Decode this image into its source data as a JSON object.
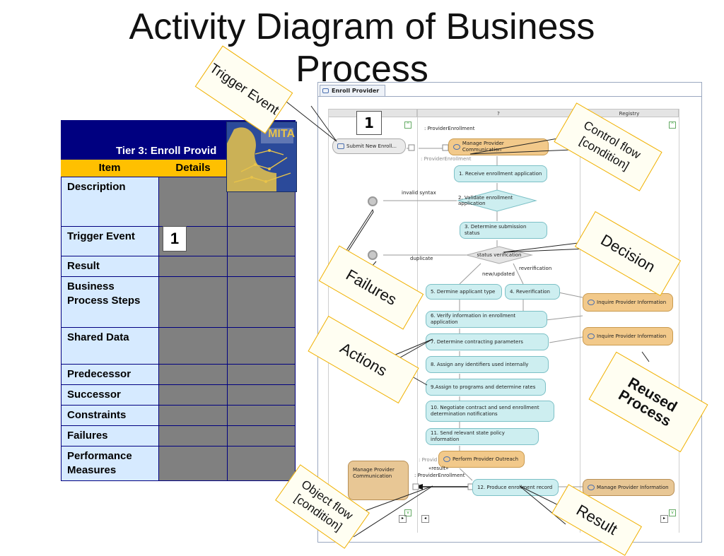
{
  "slide": {
    "title_line1": "Activity Diagram of Business",
    "title_line2": "Process"
  },
  "tier_table": {
    "header": "Tier 3: Enroll Provid",
    "columns": [
      "Item",
      "Details"
    ],
    "rows": [
      {
        "item": "Description"
      },
      {
        "item": "Trigger Event",
        "marker": "1"
      },
      {
        "item": "Result"
      },
      {
        "item": "Business Process Steps"
      },
      {
        "item": "Shared Data"
      },
      {
        "item": "Predecessor"
      },
      {
        "item": "Successor"
      },
      {
        "item": "Constraints"
      },
      {
        "item": "Failures"
      },
      {
        "item": "Performance Measures"
      }
    ],
    "logo_text": "MITA"
  },
  "diagram": {
    "tab_label": "Enroll Provider",
    "lanes": [
      "?",
      "Registry"
    ],
    "marker": "1",
    "object_label": ": ProviderEnrollment",
    "start_action": "Submit New Enroll...",
    "steps": {
      "manage_comm": "Manage Provider Communication",
      "s1": "1. Receive enrollment application",
      "s2": "2. Validate enrollment application",
      "s3": "3. Determine submission status",
      "status": "status verification",
      "s5": "5. Dermine applicant type",
      "s4": "4. Reverification",
      "s6": "6. Verify information in enrollment application",
      "s7": "7. Determine contracting parameters",
      "s8": "8. Assign any identifiers used internally",
      "s9": "9.Assign to programs and determine rates",
      "s10": "10. Negotiate contract and send enrollment determination notifications",
      "s11": "11. Send relevant state policy information",
      "outreach": "Perform Provider Outreach",
      "s12": "12. Produce enrollment record",
      "inquire1": "Inquire Provider Information",
      "inquire2": "Inquire Provider Information",
      "manage_info": "Manage Provider Information",
      "manage_comm_left": "Manage Provider Communication"
    },
    "labels": {
      "invalid_syntax": "invalid syntax",
      "duplicate": "duplicate",
      "new_updated": "new/updated",
      "reverification": "reverification",
      "obj_grey1": ": ProviderEnrollment",
      "obj_grey2": ": Provid",
      "result_stereo": "«result»",
      "result_obj": ": ProviderEnrollment"
    }
  },
  "callouts": {
    "trigger_event": "Trigger Event",
    "control_flow": "Control flow [condition]",
    "decision": "Decision",
    "failures": "Failures",
    "actions": "Actions",
    "reused_process": "Reused Process",
    "object_flow": "Object flow [condition]",
    "result": "Result"
  },
  "colors": {
    "table_header": "#000080",
    "column_header": "#ffc000",
    "item_cell": "#d6eaff",
    "detail_cell": "#808080",
    "action_fill": "#cdeef0",
    "reuse_fill": "#f2c98a",
    "callout_border": "#f0b000"
  }
}
